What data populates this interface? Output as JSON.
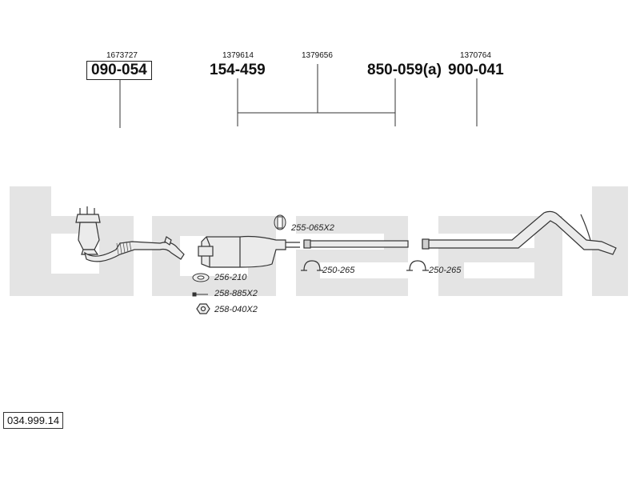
{
  "diagram_number": "034.999.14",
  "watermark_brand": "bosal",
  "references": [
    {
      "id": "ref-1673727",
      "ref": "1673727",
      "part": "090-054",
      "boxed": true
    },
    {
      "id": "ref-1379614",
      "ref": "1379614",
      "part": "154-459",
      "boxed": false
    },
    {
      "id": "ref-1379656",
      "ref": "1379656",
      "part": "",
      "boxed": false
    },
    {
      "id": "ref-850",
      "ref": "",
      "part": "850-059(a)",
      "boxed": false
    },
    {
      "id": "ref-1370764",
      "ref": "1370764",
      "part": "900-041",
      "boxed": false
    }
  ],
  "accessories": [
    {
      "id": "acc-255-065",
      "label": "255-065X2",
      "icon": "rubber-hanger-icon"
    },
    {
      "id": "acc-250-265-a",
      "label": "250-265",
      "icon": "pipe-clamp-icon"
    },
    {
      "id": "acc-250-265-b",
      "label": "250-265",
      "icon": "pipe-clamp-icon"
    },
    {
      "id": "acc-256-210",
      "label": "256-210",
      "icon": "gasket-icon"
    },
    {
      "id": "acc-258-885",
      "label": "258-885X2",
      "icon": "bolt-icon"
    },
    {
      "id": "acc-258-040",
      "label": "258-040X2",
      "icon": "nut-icon"
    }
  ],
  "colors": {
    "line": "#222222",
    "part_fill": "#e9e9e9",
    "part_stroke": "#333333",
    "watermark": "#e3e3e3"
  }
}
